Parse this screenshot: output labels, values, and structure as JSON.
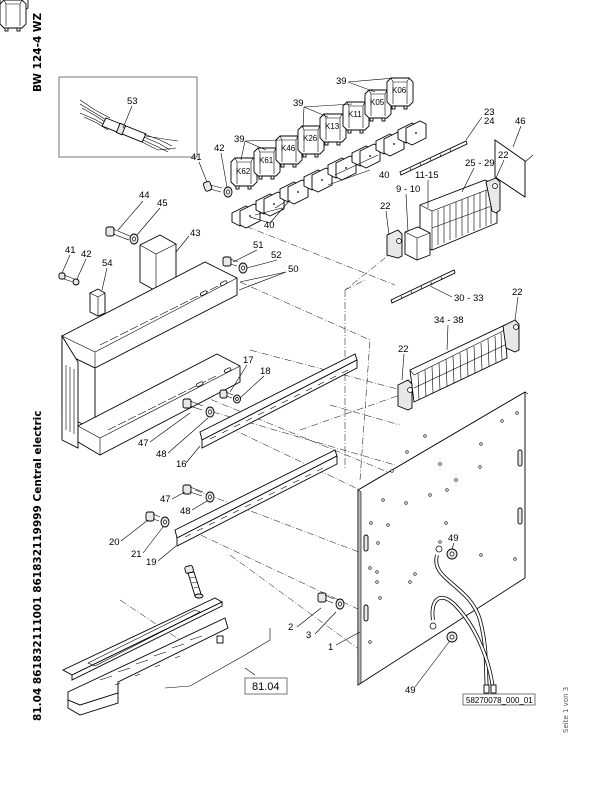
{
  "document": {
    "code": "BW 124-4 WZ",
    "title": "81.04 861832111001 861832119999 Central electric",
    "page_indicator": "Seite 1 von 3",
    "group_reference": "81.04",
    "image_id": "58270078_000_01"
  },
  "relays": [
    "K62",
    "K61",
    "K46",
    "K26",
    "K13",
    "K11",
    "K05",
    "K06"
  ],
  "callouts": {
    "c1": "1",
    "c2": "2",
    "c3": "3",
    "c9_10": "9 - 10",
    "c11_15": "11-15",
    "c16": "16",
    "c17": "17",
    "c18": "18",
    "c19": "19",
    "c20": "20",
    "c21": "21",
    "c22a": "22",
    "c22b": "22",
    "c22c": "22",
    "c22d": "22",
    "c23": "23",
    "c24": "24",
    "c25_29": "25 - 29",
    "c30_33": "30 - 33",
    "c34_38": "34 - 38",
    "c39a": "39",
    "c39b": "39",
    "c39c": "39",
    "c40a": "40",
    "c40b": "40",
    "c41a": "41",
    "c41b": "41",
    "c42a": "42",
    "c42b": "42",
    "c43": "43",
    "c44": "44",
    "c45": "45",
    "c46": "46",
    "c47a": "47",
    "c47b": "47",
    "c48a": "48",
    "c48b": "48",
    "c49a": "49",
    "c49b": "49",
    "c50": "50",
    "c51": "51",
    "c52": "52",
    "c53": "53",
    "c54": "54"
  }
}
